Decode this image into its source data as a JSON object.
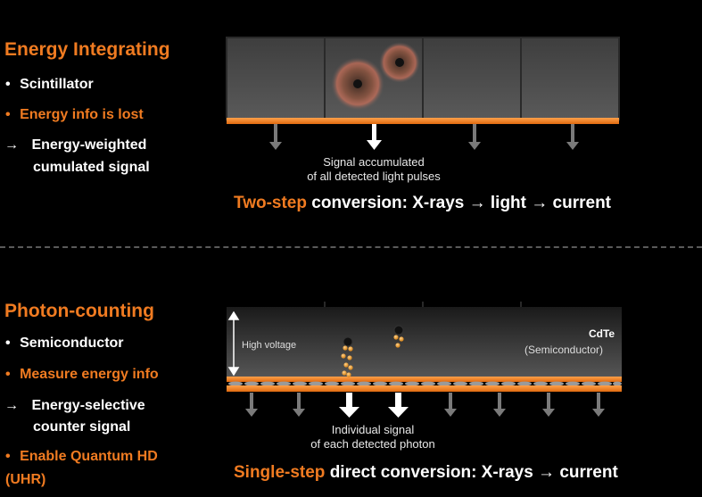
{
  "top": {
    "title": "Energy Integrating",
    "bullets": [
      {
        "marker": "•",
        "text": "Scintillator"
      },
      {
        "marker": "•",
        "text": "Energy info is lost"
      },
      {
        "marker": "→",
        "text": "Energy-weighted"
      }
    ],
    "bullet_continuation": "cumulated signal",
    "caption_line1": "Signal accumulated",
    "caption_line2": "of all detected light pulses",
    "conversion_highlight": "Two-step",
    "conversion_rest": "conversion: X-rays → light → current"
  },
  "bottom": {
    "title": "Photon-counting",
    "bullets": [
      {
        "marker": "•",
        "text": "Semiconductor"
      },
      {
        "marker": "•",
        "text": "Measure energy info"
      },
      {
        "marker": "→",
        "text": "Energy-selective"
      },
      {
        "marker": "•",
        "text": "Enable Quantum HD"
      }
    ],
    "bullet_continuation": "counter signal",
    "bullet_continuation_2": "(UHR)",
    "voltage_label": "High voltage",
    "material_name": "CdTe",
    "material_type": "(Semiconductor)",
    "caption_line1": "Individual signal",
    "caption_line2": "of each detected photon",
    "conversion_highlight": "Single-step",
    "conversion_rest": "direct conversion: X-rays → current"
  },
  "colors": {
    "accent": "#f07b21",
    "background": "#000000",
    "text": "#ffffff",
    "panel": "#4b4b4b",
    "arrow_gray": "#7a7a7a"
  }
}
